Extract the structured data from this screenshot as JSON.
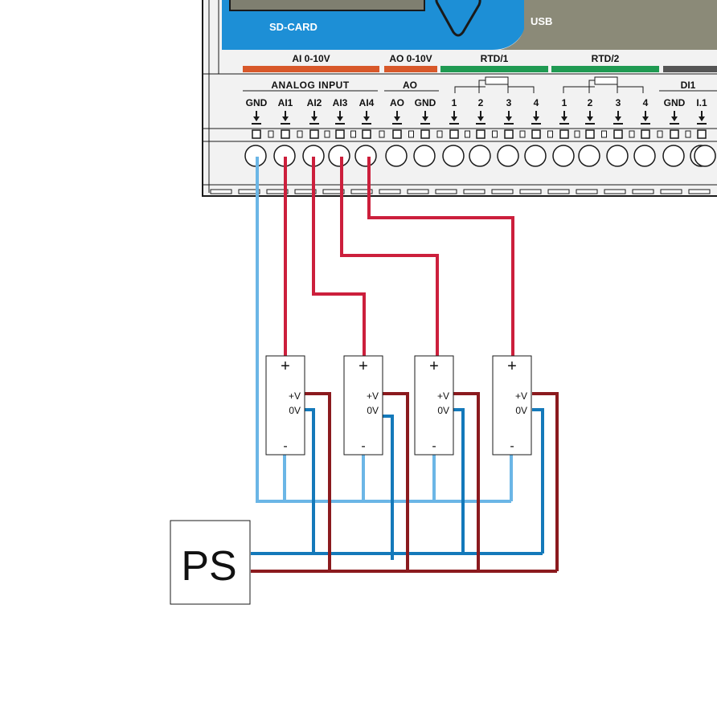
{
  "device": {
    "sdcard_label": "SD-CARD",
    "usb_label": "USB",
    "colors": {
      "housing": "#f2f2f2",
      "panel_blue": "#1d8fd6",
      "panel_grey": "#8b8a78",
      "ai_strip": "#d8582a",
      "ao_strip": "#d8582a",
      "rtd_strip": "#1f9a52",
      "di_strip": "#555555"
    },
    "strips": [
      {
        "label": "AI 0-10V"
      },
      {
        "label": "AO 0-10V"
      },
      {
        "label": "RTD/1"
      },
      {
        "label": "RTD/2"
      },
      {
        "label": ""
      }
    ],
    "groups": [
      {
        "label": "ANALOG INPUT"
      },
      {
        "label": "AO"
      },
      {
        "label": "DI1"
      }
    ],
    "terminals": [
      "GND",
      "AI1",
      "AI2",
      "AI3",
      "AI4",
      "AO",
      "GND",
      "1",
      "2",
      "3",
      "4",
      "1",
      "2",
      "3",
      "4",
      "GND",
      "I.1"
    ]
  },
  "sensors": [
    {
      "plus": "+",
      "vplus": "+V",
      "vzero": "0V",
      "minus": "-"
    },
    {
      "plus": "+",
      "vplus": "+V",
      "vzero": "0V",
      "minus": "-"
    },
    {
      "plus": "+",
      "vplus": "+V",
      "vzero": "0V",
      "minus": "-"
    },
    {
      "plus": "+",
      "vplus": "+V",
      "vzero": "0V",
      "minus": "-"
    }
  ],
  "power_supply": {
    "label": "PS"
  },
  "wire_colors": {
    "signal": "#cc1f3c",
    "ground": "#6bb6e6",
    "supply_0v": "#1479ba",
    "supply_pos": "#8b1a1e"
  }
}
